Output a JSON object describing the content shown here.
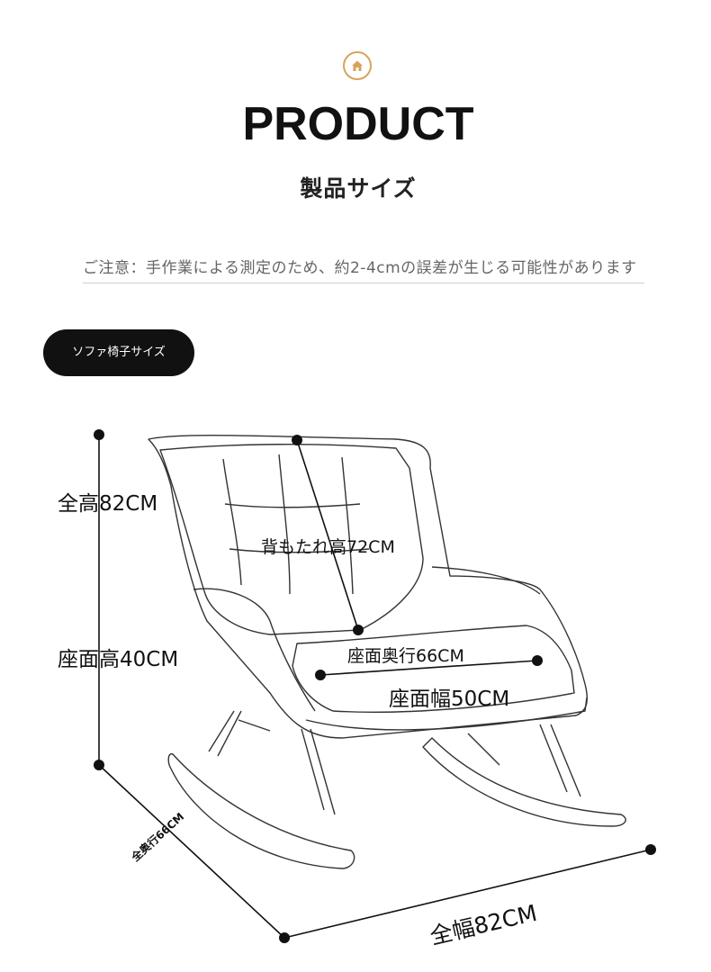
{
  "header": {
    "icon": "home-icon",
    "accent_color": "#d7a45a",
    "title": "PRODUCT",
    "subtitle": "製品サイズ"
  },
  "notice": "ご注意：手作業による測定のため、約2-4cmの誤差が生じる可能性があります",
  "section_tag": "ソファ椅子サイズ",
  "dimensions": {
    "total_height": "全高82CM",
    "backrest_height": "背もたれ高72CM",
    "seat_height": "座面高40CM",
    "seat_depth": "座面奥行66CM",
    "seat_width": "座面幅50CM",
    "total_depth": "全奥行66CM",
    "total_width": "全幅82CM"
  }
}
